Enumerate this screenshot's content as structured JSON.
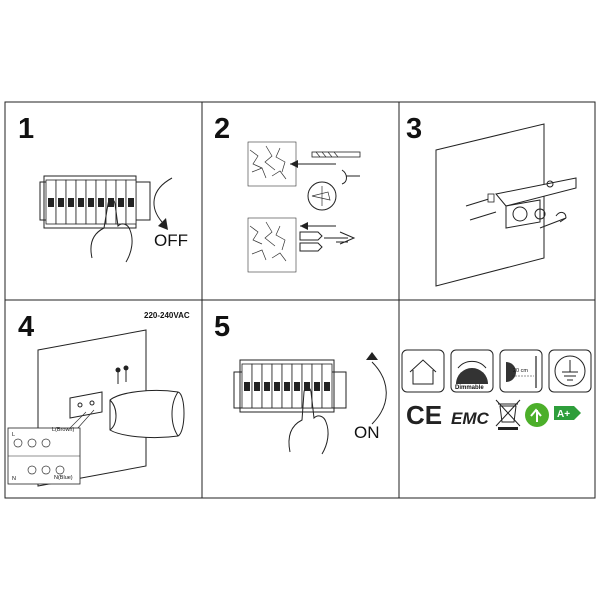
{
  "steps": [
    {
      "number": "1",
      "action": "OFF"
    },
    {
      "number": "2"
    },
    {
      "number": "3"
    },
    {
      "number": "4",
      "voltage": "220-240VAC",
      "terminal_l": "L",
      "terminal_n": "N",
      "wire_l": "L(Brown)",
      "wire_n": "N(Blue)"
    },
    {
      "number": "5",
      "action": "ON"
    }
  ],
  "distance_label": "20 cm",
  "dimmable_label": "Dimmable",
  "certifications": {
    "ce": "CE",
    "emc": "EMC",
    "energy": "A+"
  },
  "icons": [
    "indoor-house-icon",
    "dimmable-icon",
    "distance-20cm-icon",
    "ground-icon",
    "ce-mark-icon",
    "emc-mark-icon",
    "weee-bin-icon",
    "recycle-icon",
    "energy-label-icon"
  ],
  "colors": {
    "line": "#222222",
    "recycle_green": "#4caf2a",
    "energy_green": "#2e9e3b"
  }
}
